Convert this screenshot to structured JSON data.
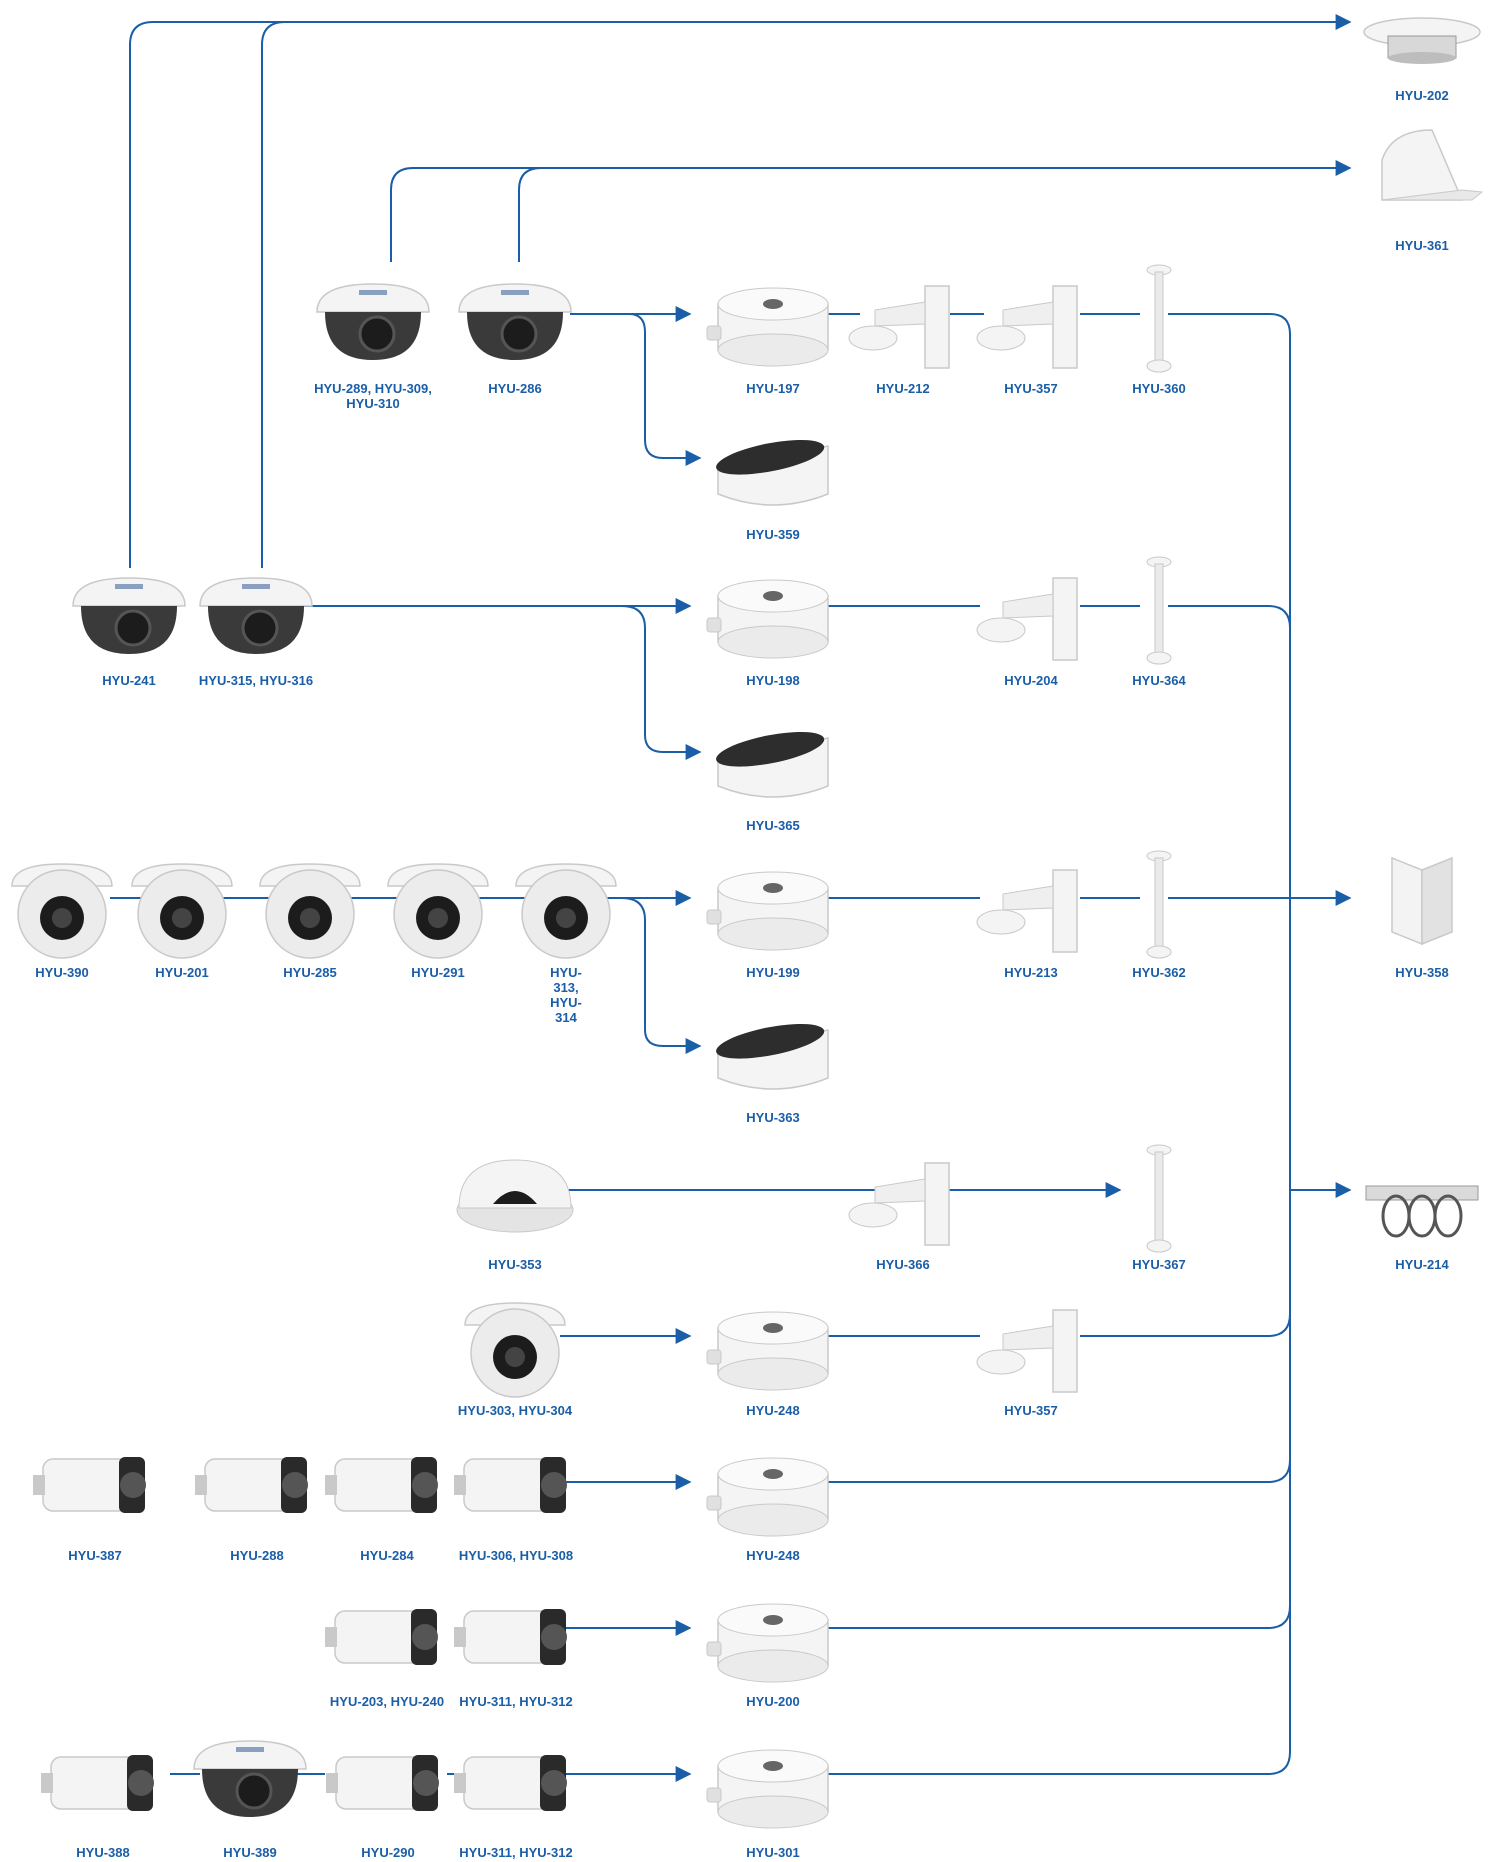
{
  "colors": {
    "line": "#1a5ea8",
    "label": "#1a5ea8",
    "product_white": "#f4f4f4",
    "product_shade": "#c9c9c9",
    "lens": "#1c1c1c"
  },
  "products": [
    {
      "id": "HYU-202",
      "label": "HYU-202",
      "icon": "flush-mount-icon"
    },
    {
      "id": "HYU-361",
      "label": "HYU-361",
      "icon": "rain-shade-icon"
    },
    {
      "id": "HYU-289",
      "label": "HYU-289, HYU-309,\nHYU-310",
      "icon": "dome-camera-icon"
    },
    {
      "id": "HYU-286",
      "label": "HYU-286",
      "icon": "dome-camera-icon"
    },
    {
      "id": "HYU-197",
      "label": "HYU-197",
      "icon": "junction-box-icon"
    },
    {
      "id": "HYU-212",
      "label": "HYU-212",
      "icon": "wall-bracket-icon"
    },
    {
      "id": "HYU-357a",
      "label": "HYU-357",
      "icon": "wall-bracket-icon"
    },
    {
      "id": "HYU-360",
      "label": "HYU-360",
      "icon": "pole-mount-icon"
    },
    {
      "id": "HYU-359",
      "label": "HYU-359",
      "icon": "inclined-mount-icon"
    },
    {
      "id": "HYU-241",
      "label": "HYU-241",
      "icon": "dome-camera-icon"
    },
    {
      "id": "HYU-315",
      "label": "HYU-315, HYU-316",
      "icon": "dome-camera-icon"
    },
    {
      "id": "HYU-198",
      "label": "HYU-198",
      "icon": "junction-box-icon"
    },
    {
      "id": "HYU-204",
      "label": "HYU-204",
      "icon": "wall-bracket-icon"
    },
    {
      "id": "HYU-364",
      "label": "HYU-364",
      "icon": "pole-mount-icon"
    },
    {
      "id": "HYU-365",
      "label": "HYU-365",
      "icon": "inclined-mount-icon"
    },
    {
      "id": "HYU-390",
      "label": "HYU-390",
      "icon": "turret-camera-icon"
    },
    {
      "id": "HYU-201",
      "label": "HYU-201",
      "icon": "turret-camera-icon"
    },
    {
      "id": "HYU-285",
      "label": "HYU-285",
      "icon": "turret-camera-icon"
    },
    {
      "id": "HYU-291",
      "label": "HYU-291",
      "icon": "turret-camera-icon"
    },
    {
      "id": "HYU-313",
      "label": "HYU-\n313,\nHYU-\n314",
      "icon": "turret-camera-icon"
    },
    {
      "id": "HYU-199",
      "label": "HYU-199",
      "icon": "junction-box-icon"
    },
    {
      "id": "HYU-213",
      "label": "HYU-213",
      "icon": "wall-bracket-icon"
    },
    {
      "id": "HYU-362",
      "label": "HYU-362",
      "icon": "pole-mount-icon"
    },
    {
      "id": "HYU-358",
      "label": "HYU-358",
      "icon": "corner-mount-icon"
    },
    {
      "id": "HYU-363",
      "label": "HYU-363",
      "icon": "inclined-mount-icon"
    },
    {
      "id": "HYU-353",
      "label": "HYU-353",
      "icon": "fisheye-camera-icon"
    },
    {
      "id": "HYU-366",
      "label": "HYU-366",
      "icon": "wall-bracket-icon"
    },
    {
      "id": "HYU-367",
      "label": "HYU-367",
      "icon": "pole-mount-icon"
    },
    {
      "id": "HYU-214",
      "label": "HYU-214",
      "icon": "pole-clamp-icon"
    },
    {
      "id": "HYU-303",
      "label": "HYU-303, HYU-304",
      "icon": "turret-camera-icon"
    },
    {
      "id": "HYU-248a",
      "label": "HYU-248",
      "icon": "junction-box-icon"
    },
    {
      "id": "HYU-357b",
      "label": "HYU-357",
      "icon": "wall-bracket-icon"
    },
    {
      "id": "HYU-387",
      "label": "HYU-387",
      "icon": "bullet-camera-icon"
    },
    {
      "id": "HYU-288",
      "label": "HYU-288",
      "icon": "bullet-camera-icon"
    },
    {
      "id": "HYU-284",
      "label": "HYU-284",
      "icon": "bullet-camera-icon"
    },
    {
      "id": "HYU-306",
      "label": "HYU-306, HYU-308",
      "icon": "bullet-camera-icon"
    },
    {
      "id": "HYU-248b",
      "label": "HYU-248",
      "icon": "junction-box-icon"
    },
    {
      "id": "HYU-203",
      "label": "HYU-203, HYU-240",
      "icon": "bullet-camera-icon"
    },
    {
      "id": "HYU-311a",
      "label": "HYU-311, HYU-312",
      "icon": "bullet-camera-icon"
    },
    {
      "id": "HYU-200",
      "label": "HYU-200",
      "icon": "junction-box-icon"
    },
    {
      "id": "HYU-388",
      "label": "HYU-388",
      "icon": "bullet-camera-icon"
    },
    {
      "id": "HYU-389",
      "label": "HYU-389",
      "icon": "dome-camera-icon"
    },
    {
      "id": "HYU-290",
      "label": "HYU-290",
      "icon": "bullet-camera-icon"
    },
    {
      "id": "HYU-311b",
      "label": "HYU-311, HYU-312",
      "icon": "bullet-camera-icon"
    },
    {
      "id": "HYU-301",
      "label": "HYU-301",
      "icon": "junction-box-icon"
    }
  ]
}
